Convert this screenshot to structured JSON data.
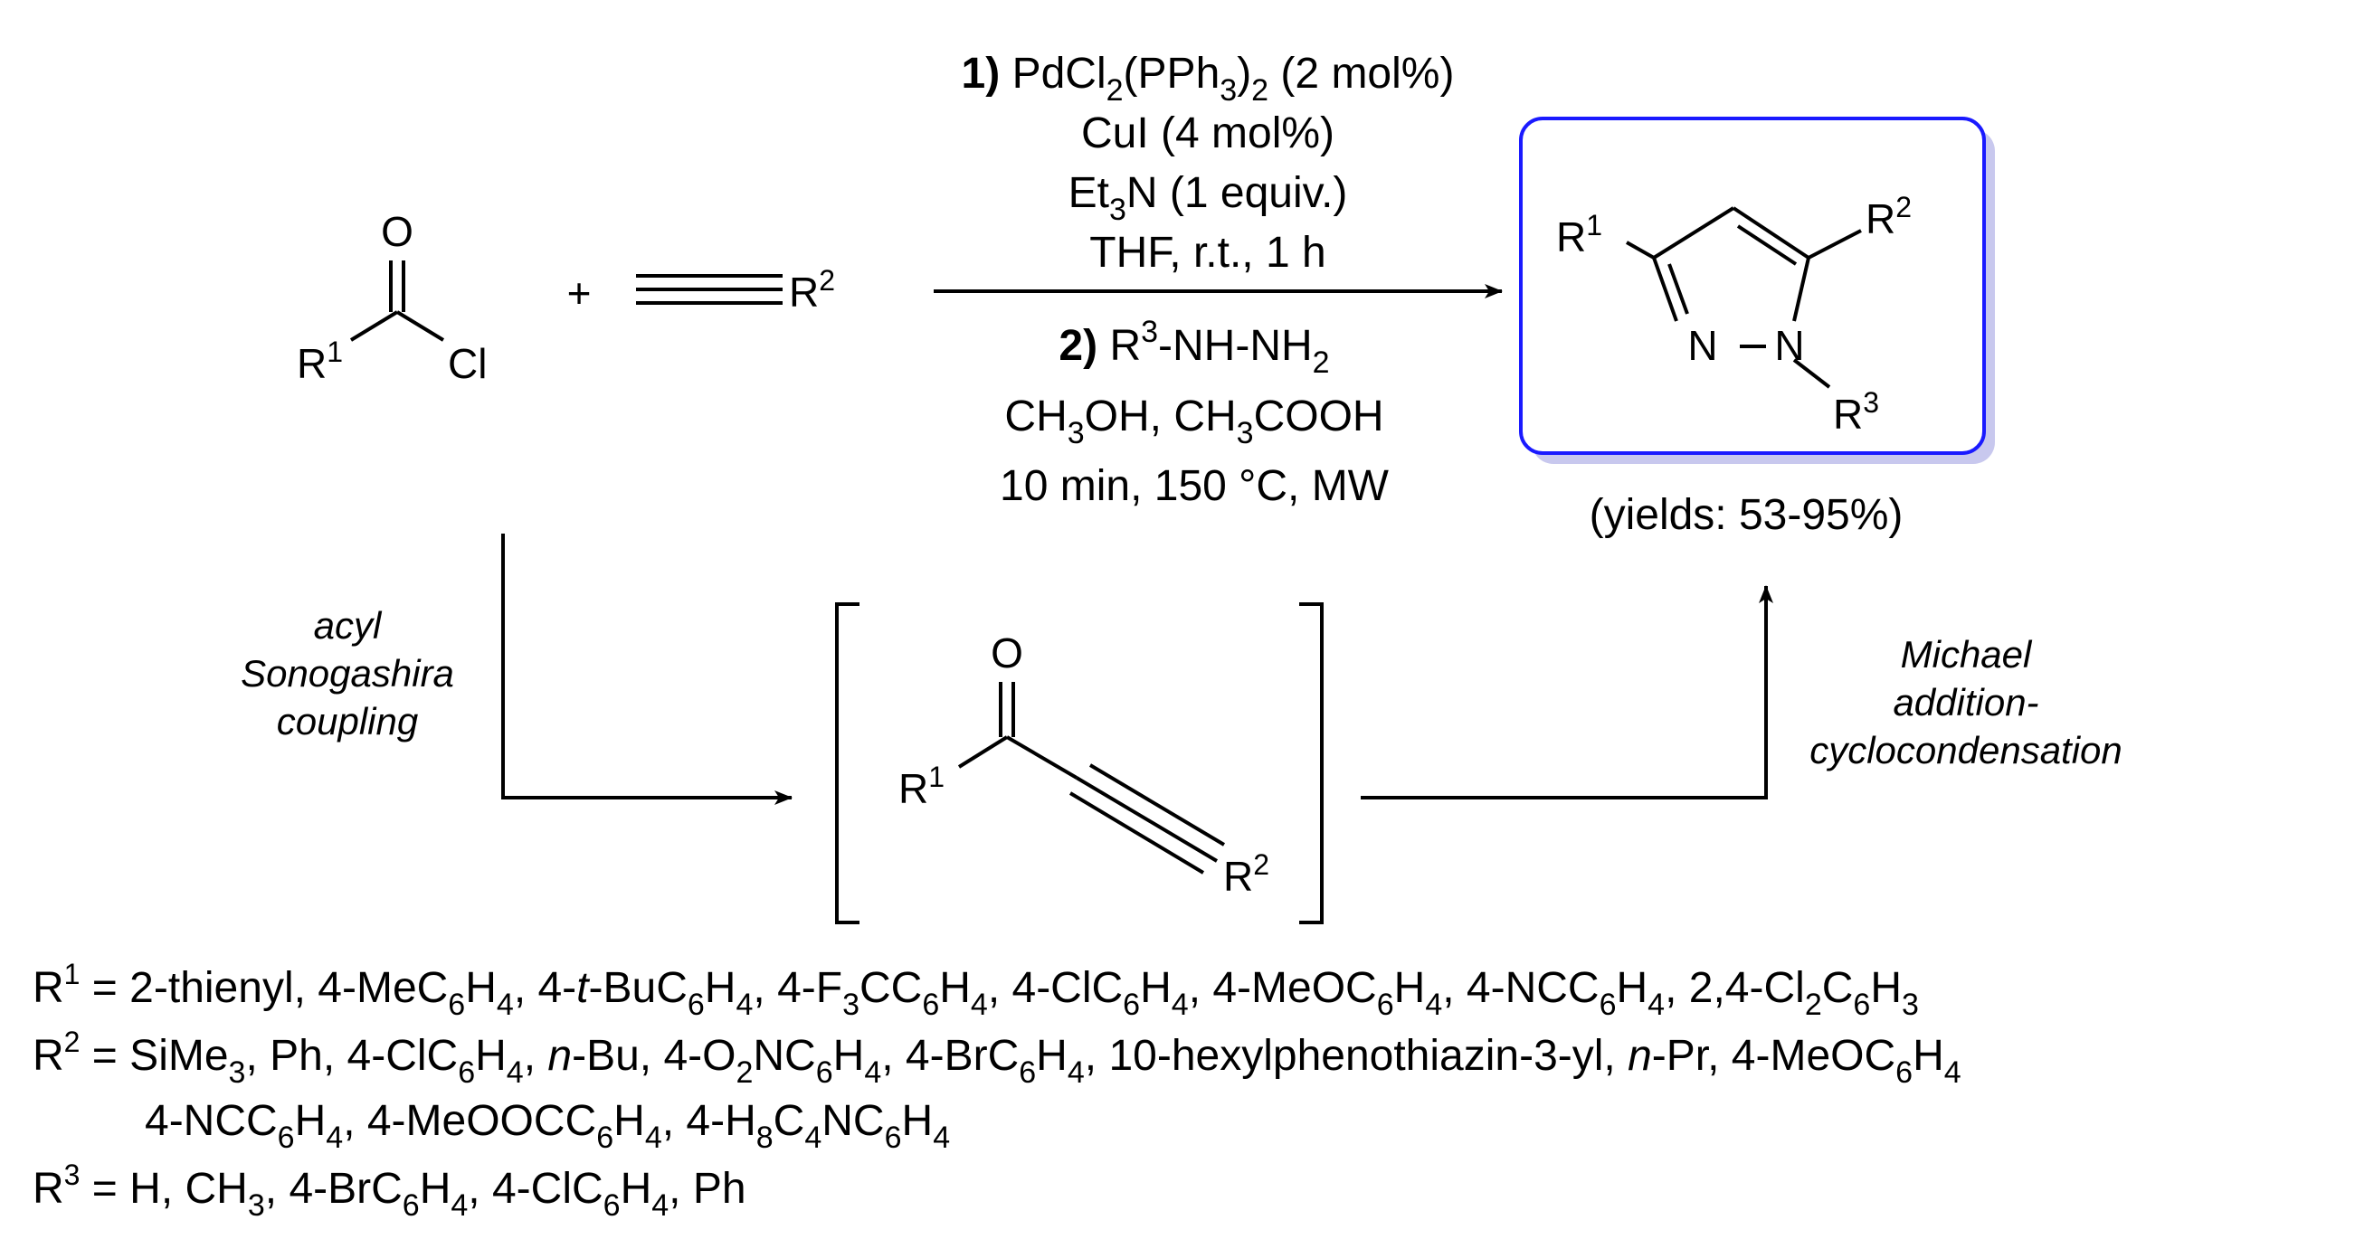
{
  "reactants": {
    "acyl_chloride": {
      "oxygen": "O",
      "r_group": "R",
      "r_sup": "1",
      "chlorine": "Cl"
    },
    "plus": "+",
    "alkyne": {
      "r_group": "R",
      "r_sup": "2"
    }
  },
  "conditions": {
    "step1": {
      "number": "1)",
      "line1": {
        "a": "PdCl",
        "a_sub": "2",
        "b": "(PPh",
        "b_sub": "3",
        "c": ")",
        "c_sub": "2",
        "d": " (2 mol%)"
      },
      "line2": "CuI (4 mol%)",
      "line3": {
        "a": "Et",
        "a_sub": "3",
        "b": "N (1 equiv.)"
      },
      "line4": "THF, r.t., 1 h"
    },
    "step2": {
      "number": "2)",
      "line1": {
        "a": "R",
        "a_sup": "3",
        "b": "-NH-NH",
        "b_sub": "2"
      },
      "line2": {
        "a": "CH",
        "a_sub": "3",
        "b": "OH, CH",
        "b_sub": "3",
        "c": "COOH"
      },
      "line3": "10 min, 150 °C, MW"
    }
  },
  "product": {
    "r1": "R",
    "r1_sup": "1",
    "r2": "R",
    "r2_sup": "2",
    "r3": "R",
    "r3_sup": "3",
    "n_left": "N",
    "n_right": "N",
    "yields": "(yields: 53-95%)",
    "box_color": "#1a1aff"
  },
  "intermediate": {
    "oxygen": "O",
    "r1": "R",
    "r1_sup": "1",
    "r2": "R",
    "r2_sup": "2"
  },
  "annotations": {
    "left": [
      "acyl",
      "Sonogashira",
      "coupling"
    ],
    "right": [
      "Michael",
      "addition-",
      "cyclocondensation"
    ]
  },
  "definitions": {
    "r1": {
      "r": "R",
      "sup": "1",
      "eq": " = ",
      "text": "2-thienyl, 4-MeC6H4, 4-t-BuC6H4, 4-F3CC6H4, 4-ClC6H4, 4-MeOC6H4, 4-NCC6H4, 2,4-Cl2C6H3"
    },
    "r2": {
      "r": "R",
      "sup": "2",
      "eq": " = ",
      "text": "SiMe3, Ph, 4-ClC6H4, n-Bu, 4-O2NC6H4, 4-BrC6H4, 10-hexylphenothiazin-3-yl, n-Pr, 4-MeOC6H4"
    },
    "r2_cont": {
      "text": "4-NCC6H4, 4-MeOOCC6H4, 4-H8C4NC6H4"
    },
    "r3": {
      "r": "R",
      "sup": "3",
      "eq": " = ",
      "text": "H, CH3, 4-BrC6H4, 4-ClC6H4, Ph"
    }
  }
}
